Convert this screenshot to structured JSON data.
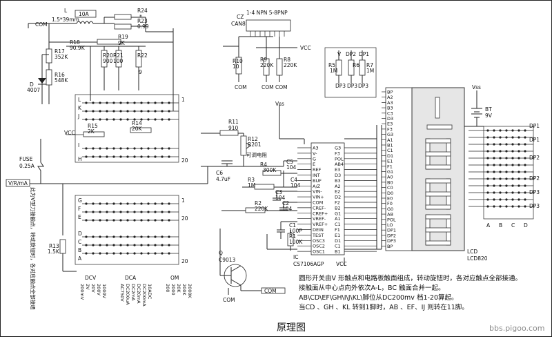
{
  "title": "原理图",
  "watermark": "bbs.pigoo.com",
  "components": {
    "L": "L",
    "L_val": "1.5*39mm",
    "fuse_top": "10A",
    "R24": "R24",
    "R24_mark": "*",
    "R23": "R23",
    "R23_val": "0.99",
    "R19": "R19",
    "R19_val": "9K",
    "R18": "R18",
    "R18_val": "90.9K",
    "R17": "R17",
    "R17_val": "352K",
    "R16": "R16",
    "R16_val": "548K",
    "R20": "R20",
    "R20_val": "900",
    "R21": "R21",
    "R21_val": "100",
    "R22": "R22",
    "R22_val": "9",
    "D": "D",
    "D_val": "4007",
    "R14": "R14",
    "R14_val": "20K",
    "R15": "R15",
    "R15_val": "2K",
    "FUSE": "FUSE",
    "FUSE_val": "0.25A",
    "R13": "R13",
    "R13_val": "1.5K",
    "R11": "R11",
    "R11_val": "910",
    "R12": "R12",
    "R12_val": "R201",
    "adjust": "可调电阻",
    "R4": "R4",
    "R4_val": "300K",
    "R3": "R3",
    "R3_val": "1M",
    "R2": "R2",
    "R2_val": "220K",
    "C6": "C6",
    "C6_val": "4.7uF",
    "C5": "C5",
    "C5_val": "104",
    "C4": "C4",
    "C4_val": "104",
    "C3": "C3",
    "C3_val": "104",
    "C2": "C2",
    "C2_val": "104",
    "C1": "C1",
    "C1_val": "100P",
    "R1": "R1",
    "R1_val": "100K",
    "CZ": "CZ",
    "CAN8": "CAN8",
    "npn": "1-4 NPN 5-8PNP",
    "R10": "R10",
    "R10_val": "10",
    "R9": "R9",
    "R9_val": "220K",
    "R8": "R8",
    "R8_val": "220K",
    "R5": "R5",
    "R5_val": "1M",
    "R6": "R6",
    "R7": "R7",
    "R7_val": "1M",
    "BT": "BT",
    "BT_val": "9V",
    "Q": "Q",
    "Q_val": "C9013",
    "IC": "IC",
    "IC_val": "CS7106AGP",
    "LCD": "LCD",
    "LCD_val": "LCD820",
    "COM": "COM",
    "VCC": "VCC",
    "Vss": "Vss",
    "input_v": "V/R/mA",
    "DP1": "DP1",
    "DP2": "DP2",
    "DP3": "DP3",
    "lcd_digits": "-188"
  },
  "switch_letters": [
    "A",
    "B",
    "C",
    "D"
  ],
  "ic_left_pins": [
    "A3",
    "V-",
    "G",
    "E",
    "REF",
    "INT",
    "BUF",
    "A/Z",
    "VIN-",
    "VIN+",
    "COM",
    "CREF-",
    "CREF+",
    "VREF-",
    "VREF+",
    "DEIN",
    "TEST",
    "OSC3",
    "OSC2",
    "OSC1"
  ],
  "ic_right_pins": [
    "G3",
    "F3",
    "POL",
    "AB4",
    "E3",
    "D3",
    "B3",
    "A2",
    "E2",
    "D2",
    "F2",
    "B2",
    "G1",
    "A1",
    "C1",
    "F1",
    "E1",
    "D1",
    "C1",
    "B1"
  ],
  "lcd_pins": [
    "BP",
    "A2",
    "A3",
    "B3",
    "C3",
    "D3",
    "E3",
    "F3",
    "G3",
    "A1",
    "B1",
    "C1",
    "D1",
    "E1",
    "F1",
    "G1",
    "A0",
    "B0",
    "C0",
    "D0",
    "E0",
    "F0",
    "G0",
    "AB",
    "POL",
    "LO",
    "DP1",
    "DP2",
    "DP3",
    "BP"
  ],
  "range_groups": [
    {
      "name": "DCV",
      "items": [
        "200mV",
        "2V",
        "20V",
        "200V",
        "1000V"
      ]
    },
    {
      "name": "DCA",
      "items": [
        "AC750V",
        "DC200uA",
        "DC2mA",
        "DC20mA",
        "DC200mA",
        "10ADC"
      ]
    },
    {
      "name": "OM",
      "items": [
        "200",
        "2000",
        "20K",
        "200K",
        "2000K"
      ]
    }
  ],
  "vertical_note": "此为V型刀接触点，转动旋钮时，各对应触点全部接通",
  "notes": [
    "圆形开关由V 形触点和电路板触面组成，转动旋钮时，各对应触点全部接通。",
    "接触面从中心点向外依次A-L，BC 触面合并一起。",
    "AB\\CD\\EF\\GH\\I\\J\\KL\\脚位从DC200mv 档1-20算起。",
    "当CD 、GH 、KL 转到1脚时，AB 、EF、IJ 则转在11脚。"
  ]
}
